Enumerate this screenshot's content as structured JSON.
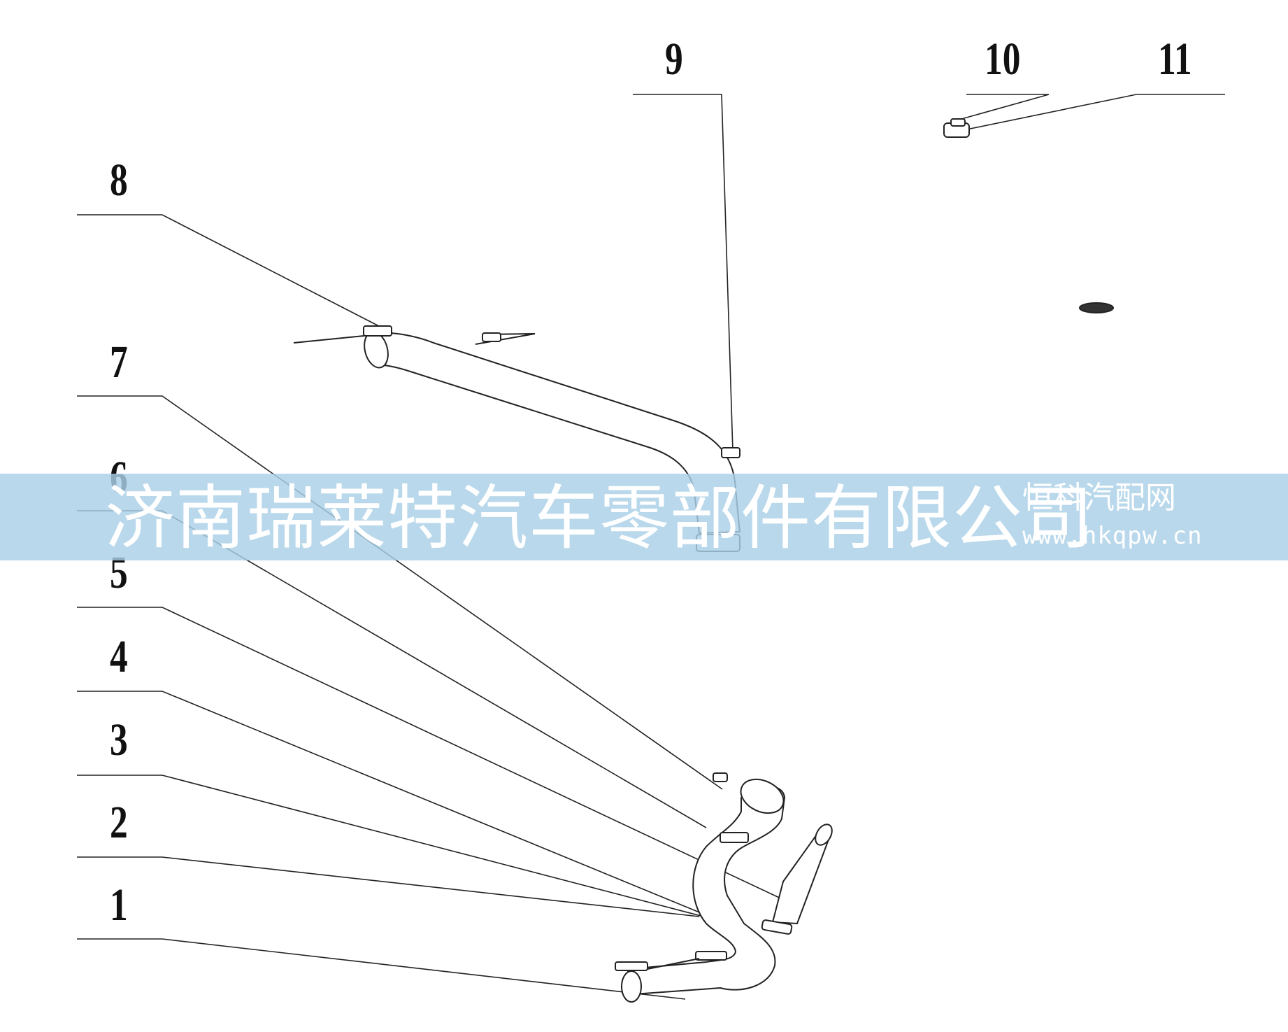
{
  "callouts": [
    {
      "id": "1",
      "label": "1"
    },
    {
      "id": "2",
      "label": "2"
    },
    {
      "id": "3",
      "label": "3"
    },
    {
      "id": "4",
      "label": "4"
    },
    {
      "id": "5",
      "label": "5"
    },
    {
      "id": "6",
      "label": "6"
    },
    {
      "id": "7",
      "label": "7"
    },
    {
      "id": "8",
      "label": "8"
    },
    {
      "id": "9",
      "label": "9"
    },
    {
      "id": "10",
      "label": "10"
    },
    {
      "id": "11",
      "label": "11"
    }
  ],
  "watermark": {
    "company": "济南瑞莱特汽车零部件有限公司",
    "site_name": "恒科汽配网",
    "site_url": "www.hkqpw.cn"
  },
  "colors": {
    "line": "#222222",
    "banner": "#a9cfe6",
    "watermark_text": "#ffffff"
  }
}
